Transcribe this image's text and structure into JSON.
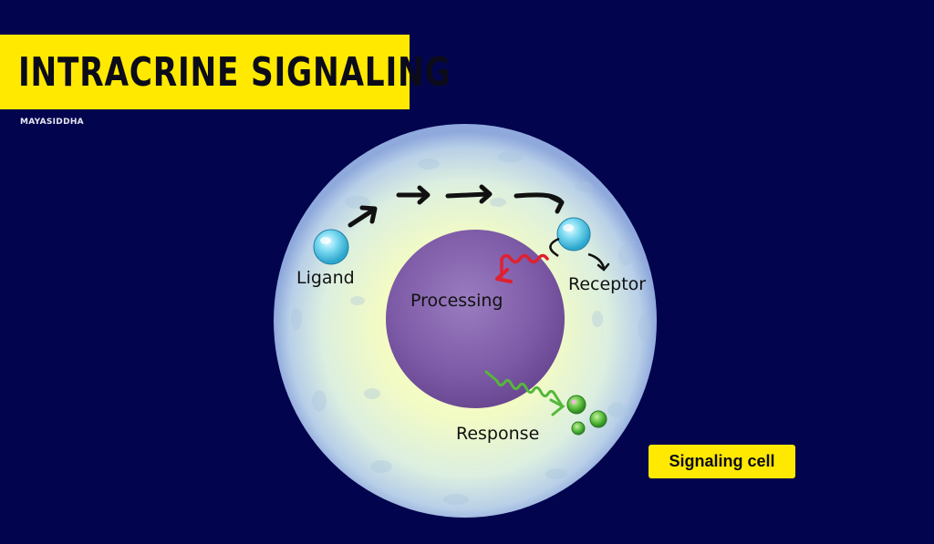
{
  "title": "INTRACRINE SIGNALING",
  "brand": "MAYASIDDHA",
  "labels": {
    "ligand": "Ligand",
    "processing": "Processing",
    "receptor": "Receptor",
    "response": "Response"
  },
  "badge": "Signaling cell",
  "colors": {
    "background": "#02044e",
    "accent_yellow": "#ffe900",
    "nucleus": "#7f5ba8",
    "ligand": "#6fd8f0",
    "processing_arrow": "#e02030",
    "response_arrow": "#55b83a",
    "response_vesicles": "#5cbf3e"
  }
}
